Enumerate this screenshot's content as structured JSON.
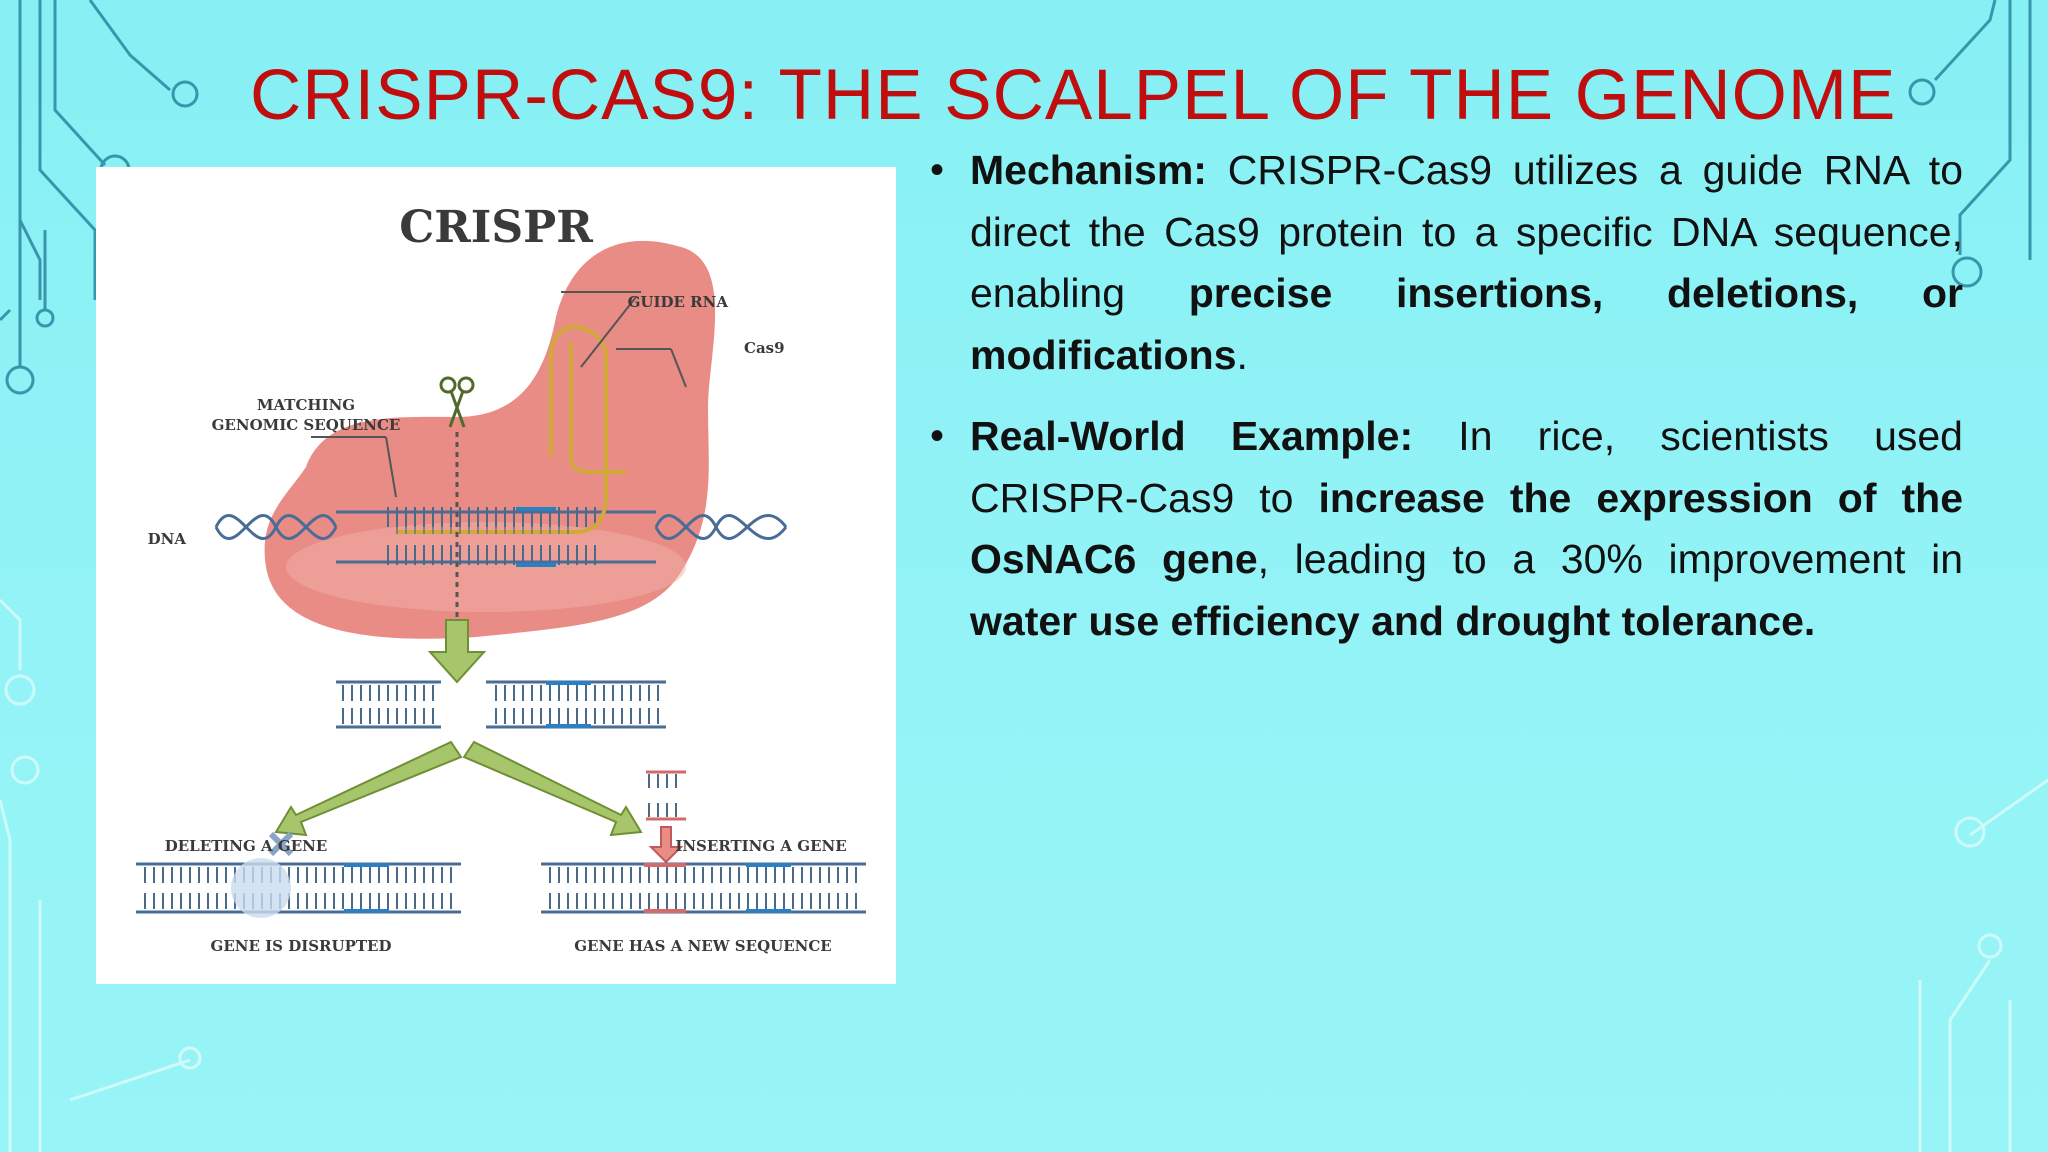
{
  "slide": {
    "title": "CRISPR-CAS9: THE SCALPEL OF THE GENOME"
  },
  "figure": {
    "heading": "CRISPR",
    "guide_rna": "GUIDE RNA",
    "cas9": "Cas9",
    "matching_1": "MATCHING",
    "matching_2": "GENOMIC SEQUENCE",
    "dna": "DNA",
    "deleting": "DELETING A GENE",
    "inserting": "INSERTING A GENE",
    "disrupted": "GENE IS DISRUPTED",
    "new_sequence": "GENE HAS A NEW SEQUENCE"
  },
  "bullets": [
    {
      "label": "Mechanism:",
      "text_1": " CRISPR-Cas9 utilizes a guide RNA to direct the Cas9 protein to a specific DNA sequence, enabling ",
      "bold_1": "precise insertions, deletions, or modifications",
      "text_2": "."
    },
    {
      "label": "Real-World Example:",
      "text_1": " In rice, scientists used CRISPR-Cas9 to ",
      "bold_1": "increase the expression of the OsNAC6 gene",
      "text_2": ", leading to a 30% improvement in ",
      "bold_2": "water use efficiency and drought tolerance."
    }
  ],
  "colors": {
    "title": "#c00d0d",
    "background": "#92f3f6",
    "circuit": "#1f8fa8",
    "cas9_blob": "#e98c85",
    "guide_rna": "#d9b53c",
    "arrow_green": "#a7c56b"
  }
}
